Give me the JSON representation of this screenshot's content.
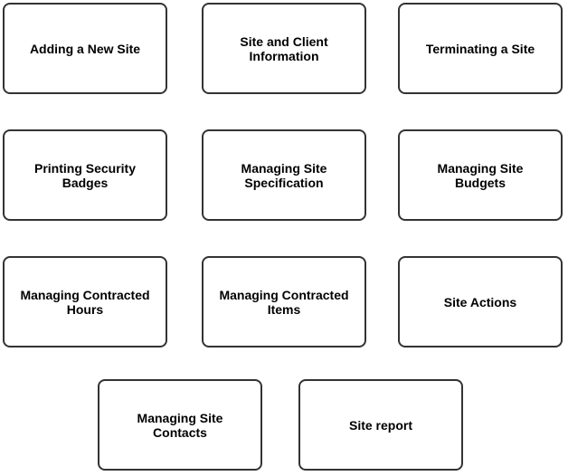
{
  "boxes": {
    "adding_new_site": "Adding a New Site",
    "site_client_info": "Site and Client Information",
    "terminating_site": "Terminating a Site",
    "printing_badges": "Printing Security Badges",
    "site_specification": "Managing Site Specification",
    "site_budgets": "Managing Site Budgets",
    "contracted_hours": "Managing Contracted Hours",
    "contracted_items": "Managing Contracted Items",
    "site_actions": "Site Actions",
    "site_contacts": "Managing Site Contacts",
    "site_report": "Site report"
  },
  "colors": {
    "border": "#333333",
    "background": "#ffffff",
    "text": "#000000"
  }
}
